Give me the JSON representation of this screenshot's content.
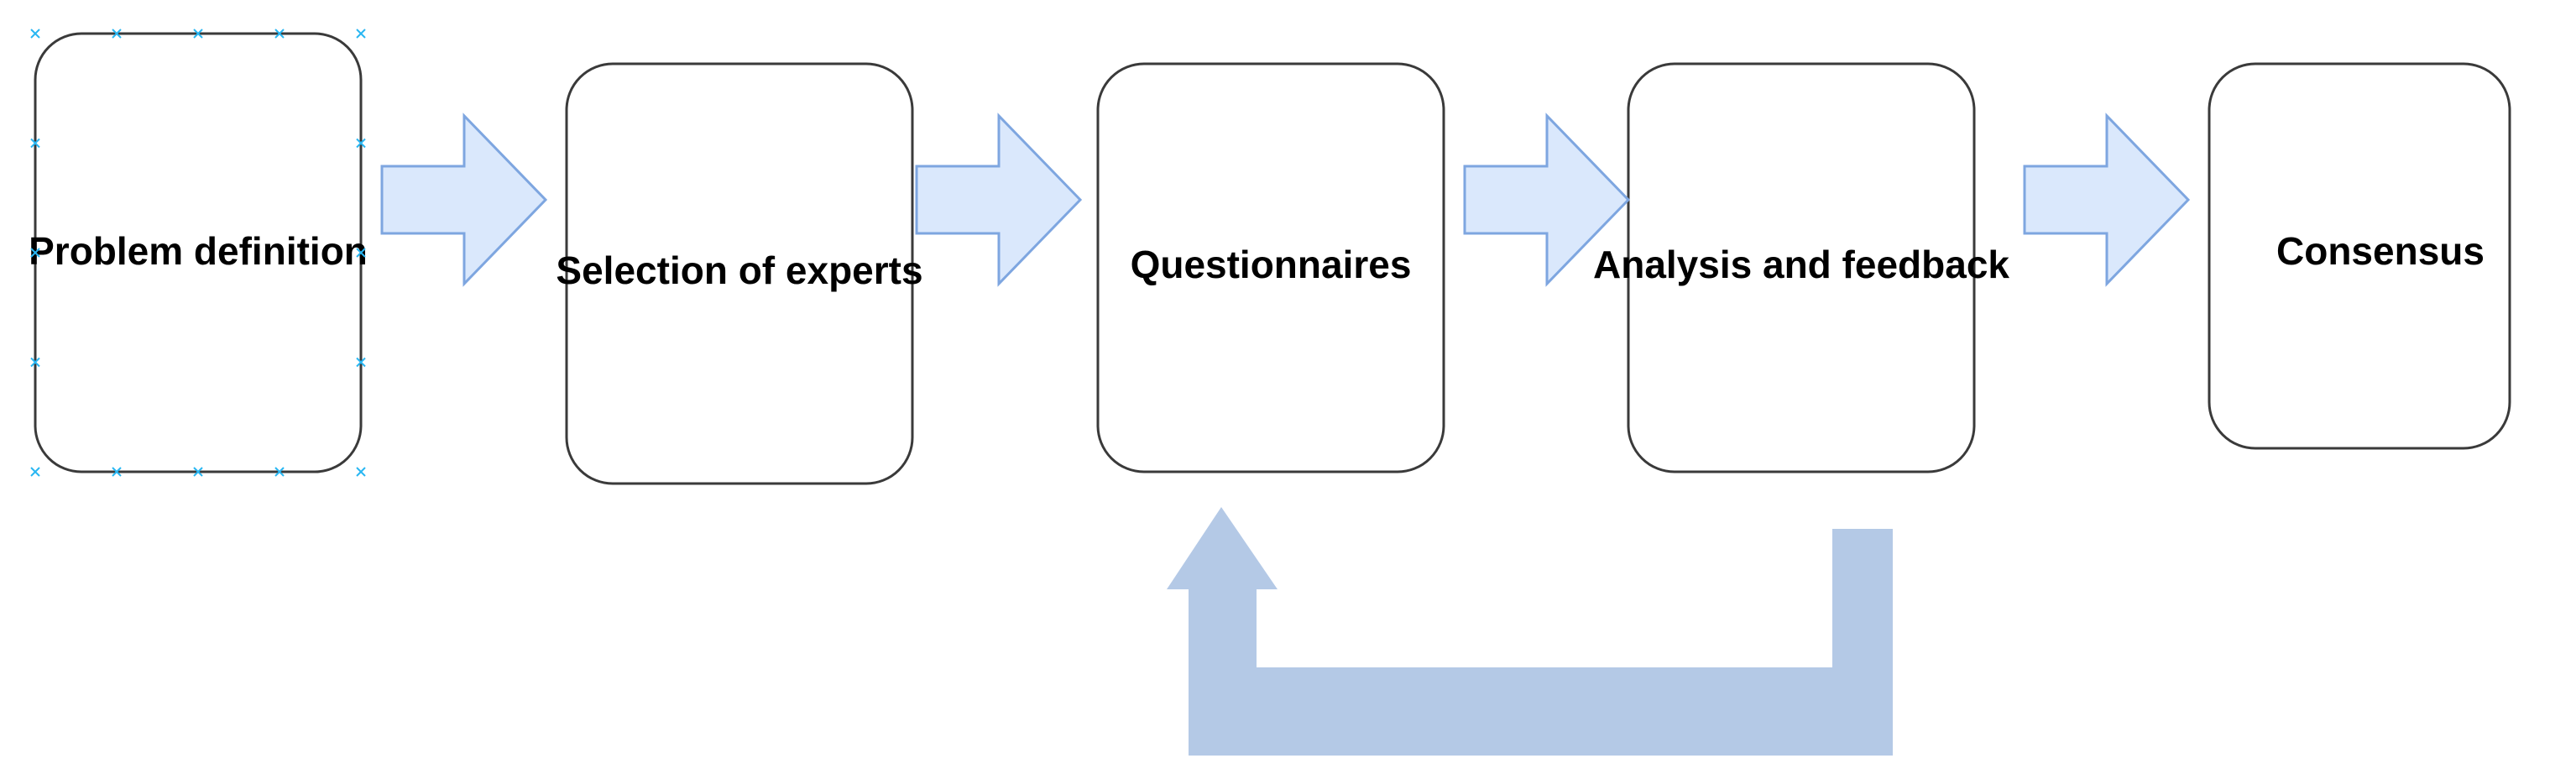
{
  "diagram": {
    "steps": [
      {
        "id": "problem-definition",
        "label": "Problem definition"
      },
      {
        "id": "selection-of-experts",
        "label": "Selection of experts"
      },
      {
        "id": "questionnaires",
        "label": "Questionnaires"
      },
      {
        "id": "analysis-and-feedback",
        "label": "Analysis and feedback"
      },
      {
        "id": "consensus",
        "label": "Consensus"
      }
    ],
    "selected_step": "problem-definition",
    "feedback_loop": {
      "from": "analysis-and-feedback",
      "to": "questionnaires"
    },
    "colors": {
      "box_fill": "#ffffff",
      "box_stroke": "#3a3a3a",
      "arrow_fill": "#dae8fc",
      "arrow_stroke": "#7ea6e0",
      "feedback_fill": "#b4c9e6",
      "selection_handle": "#29b6f2",
      "text": "#000000"
    }
  }
}
